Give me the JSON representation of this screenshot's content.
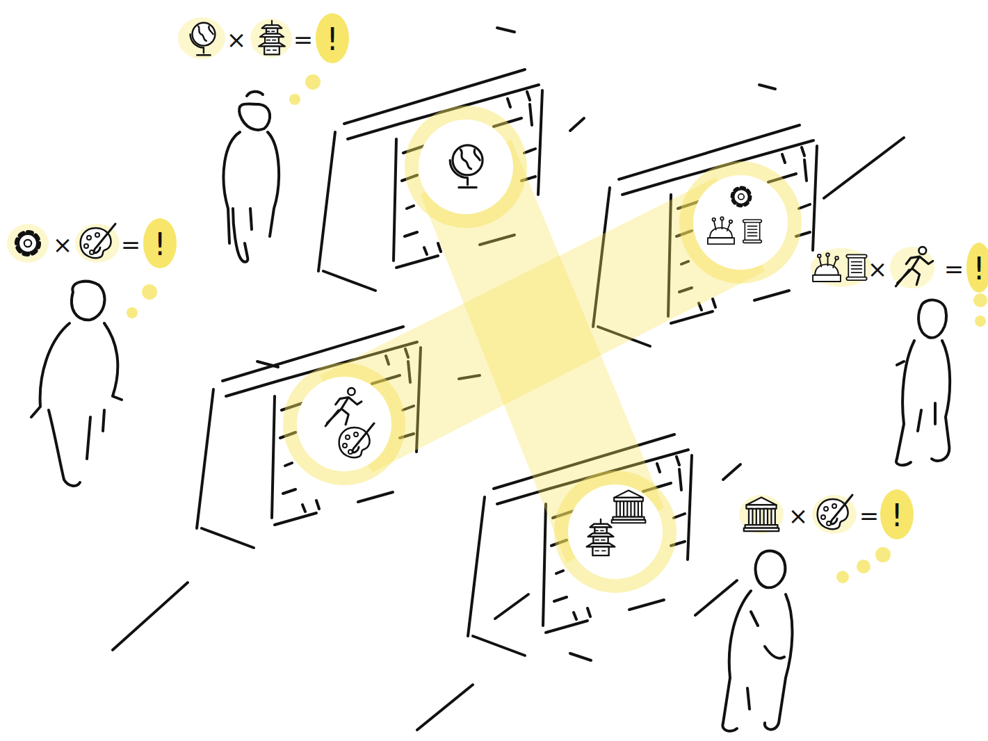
{
  "diagram": {
    "labels": [
      "×",
      "=",
      "!",
      "×",
      "=",
      "!",
      "×",
      "=",
      "!",
      "×",
      "=",
      "!"
    ]
  }
}
